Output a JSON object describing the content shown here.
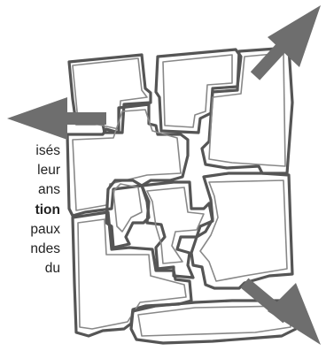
{
  "text_fragments": [
    {
      "text": "isés",
      "bold": false
    },
    {
      "text": "leur",
      "bold": false
    },
    {
      "text": "ans",
      "bold": false
    },
    {
      "text": "tion",
      "bold": true
    },
    {
      "text": "paux",
      "bold": false
    },
    {
      "text": "ndes",
      "bold": false
    },
    {
      "text": "du",
      "bold": false
    }
  ],
  "illustration": {
    "subject": "hand-drawn-jigsaw-pieces-with-arrows",
    "stroke_color": "#555555",
    "arrow_color": "#6e6e6e",
    "arrows": [
      "arrow-left",
      "arrow-up-right",
      "arrow-down-right"
    ]
  }
}
